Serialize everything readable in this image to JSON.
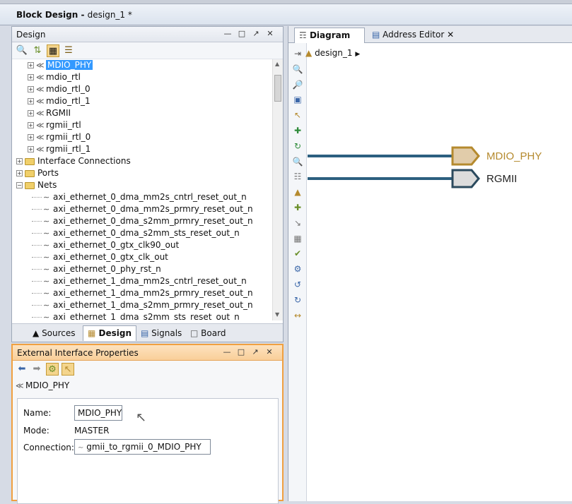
{
  "window": {
    "title": "Block Design",
    "subtitle": "design_1 *"
  },
  "design_panel": {
    "title": "Design",
    "tree_rows": [
      {
        "label": "MDIO_PHY",
        "selected": true,
        "kind": "port"
      },
      {
        "label": "mdio_rtl",
        "kind": "port"
      },
      {
        "label": "mdio_rtl_0",
        "kind": "port"
      },
      {
        "label": "mdio_rtl_1",
        "kind": "port"
      },
      {
        "label": "RGMII",
        "kind": "port"
      },
      {
        "label": "rgmii_rtl",
        "kind": "port"
      },
      {
        "label": "rgmii_rtl_0",
        "kind": "port"
      },
      {
        "label": "rgmii_rtl_1",
        "kind": "port"
      },
      {
        "label": "Interface Connections",
        "kind": "folder"
      },
      {
        "label": "Ports",
        "kind": "folder"
      },
      {
        "label": "Nets",
        "kind": "folder-open"
      },
      {
        "label": "axi_ethernet_0_dma_mm2s_cntrl_reset_out_n",
        "kind": "net"
      },
      {
        "label": "axi_ethernet_0_dma_mm2s_prmry_reset_out_n",
        "kind": "net"
      },
      {
        "label": "axi_ethernet_0_dma_s2mm_prmry_reset_out_n",
        "kind": "net"
      },
      {
        "label": "axi_ethernet_0_dma_s2mm_sts_reset_out_n",
        "kind": "net"
      },
      {
        "label": "axi_ethernet_0_gtx_clk90_out",
        "kind": "net"
      },
      {
        "label": "axi_ethernet_0_gtx_clk_out",
        "kind": "net"
      },
      {
        "label": "axi_ethernet_0_phy_rst_n",
        "kind": "net"
      },
      {
        "label": "axi_ethernet_1_dma_mm2s_cntrl_reset_out_n",
        "kind": "net"
      },
      {
        "label": "axi_ethernet_1_dma_mm2s_prmry_reset_out_n",
        "kind": "net"
      },
      {
        "label": "axi_ethernet_1_dma_s2mm_prmry_reset_out_n",
        "kind": "net"
      },
      {
        "label": "axi_ethernet_1_dma_s2mm_sts_reset_out_n",
        "kind": "net"
      }
    ],
    "tabs": [
      "Sources",
      "Design",
      "Signals",
      "Board"
    ],
    "active_tab": "Design"
  },
  "props_panel": {
    "title": "External Interface Properties",
    "object": "MDIO_PHY",
    "name_label": "Name:",
    "name_value": "MDIO_PHY",
    "mode_label": "Mode:",
    "mode_value": "MASTER",
    "conn_label": "Connection:",
    "conn_value": "gmii_to_rgmii_0_MDIO_PHY"
  },
  "diagram_panel": {
    "tabs": [
      "Diagram",
      "Address Editor"
    ],
    "active_tab": "Diagram",
    "breadcrumb": "design_1",
    "ports": [
      {
        "label": "MDIO_PHY",
        "color": "#b58a2e",
        "fill": "#e1ccaa",
        "selected": true
      },
      {
        "label": "RGMII",
        "color": "#2b4a5e",
        "fill": "#dcdcdc",
        "selected": false
      }
    ]
  },
  "colors": {
    "accent": "#f0a040",
    "selection": "#3399ff",
    "wire": "#2c5f7f"
  }
}
